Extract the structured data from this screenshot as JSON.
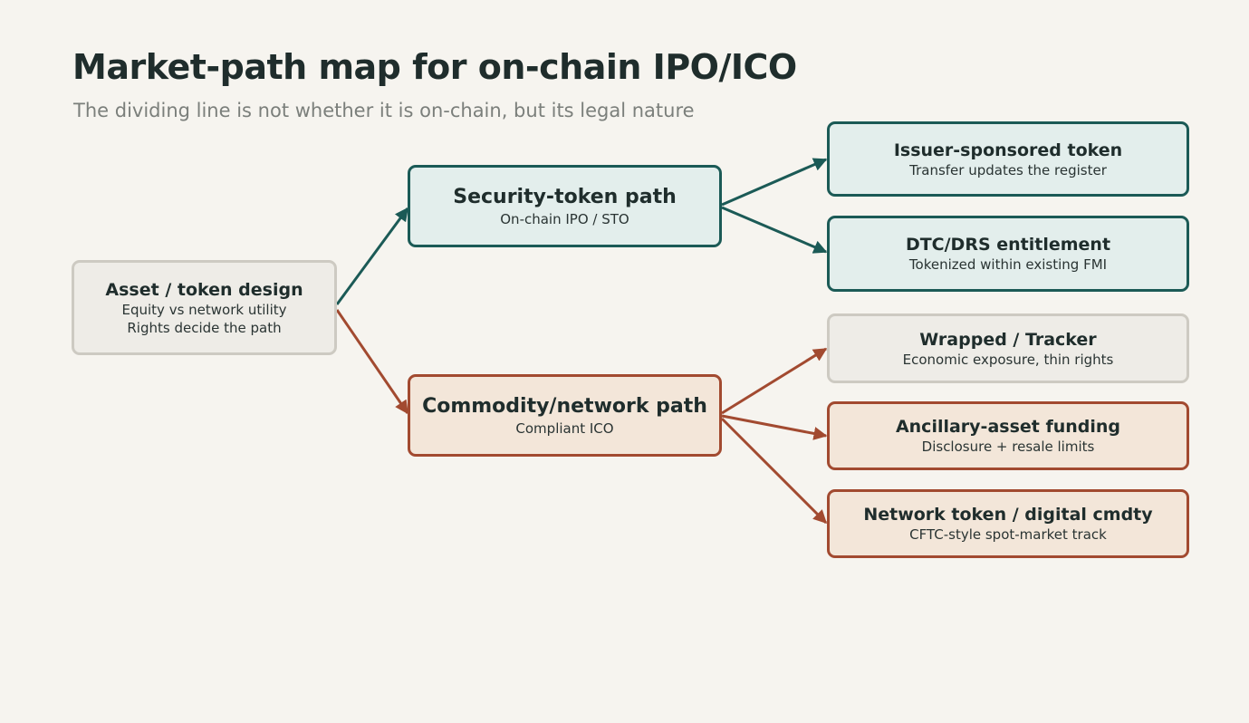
{
  "header": {
    "title": "Market-path map for on-chain IPO/ICO",
    "subtitle": "The dividing line is not whether it is on-chain, but its legal nature"
  },
  "colors": {
    "teal": "#1b5a56",
    "rust": "#a24a30",
    "neutral_border": "#cdcac2",
    "background": "#f6f4ef"
  },
  "nodes": {
    "root": {
      "title": "Asset / token design",
      "line1": "Equity vs network utility",
      "line2": "Rights decide the path"
    },
    "security": {
      "title": "Security-token path",
      "sub": "On-chain IPO / STO"
    },
    "commodity": {
      "title": "Commodity/network path",
      "sub": "Compliant ICO"
    },
    "leaves": [
      {
        "title": "Issuer-sponsored token",
        "sub": "Transfer updates the register"
      },
      {
        "title": "DTC/DRS entitlement",
        "sub": "Tokenized within existing FMI"
      },
      {
        "title": "Wrapped / Tracker",
        "sub": "Economic exposure, thin rights"
      },
      {
        "title": "Ancillary-asset funding",
        "sub": "Disclosure + resale limits"
      },
      {
        "title": "Network token / digital cmdty",
        "sub": "CFTC-style spot-market track"
      }
    ]
  }
}
